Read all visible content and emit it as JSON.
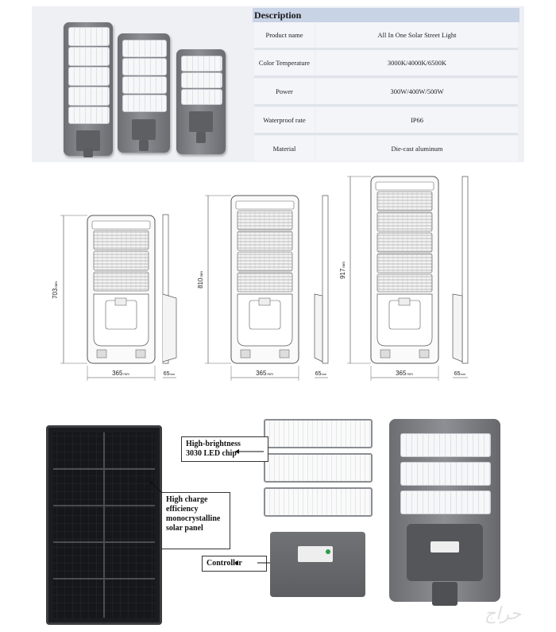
{
  "description": {
    "title": "Description",
    "rows": [
      {
        "label": "Product name",
        "value": "All In One Solar  Street Light"
      },
      {
        "label": "Color Temperature",
        "value": "3000K/4000K/6500K"
      },
      {
        "label": "Power",
        "value": "300W/400W/500W"
      },
      {
        "label": "Waterproof rate",
        "value": "IP66"
      },
      {
        "label": "Material",
        "value": "Die-cast aluminum"
      }
    ]
  },
  "drawings": [
    {
      "height": "703",
      "height_unit": "mm",
      "width": "365",
      "width_unit": "mm",
      "depth": "65",
      "depth_unit": "mm"
    },
    {
      "height": "810",
      "height_unit": "mm",
      "width": "365",
      "width_unit": "mm",
      "depth": "65",
      "depth_unit": "mm"
    },
    {
      "height": "917",
      "height_unit": "mm",
      "width": "365",
      "width_unit": "mm",
      "depth": "65",
      "depth_unit": "mm"
    }
  ],
  "callouts": {
    "led_chip": [
      "High-brightness",
      "3030 LED chip"
    ],
    "solar_panel": [
      "High charge",
      "efficiency",
      "monocrystalline",
      "solar panel"
    ],
    "controller": "Controller"
  },
  "colors": {
    "header_band": "#c9d3e6",
    "lamp_body": "#7b7d82",
    "solar_panel": "#1a1c1f"
  }
}
